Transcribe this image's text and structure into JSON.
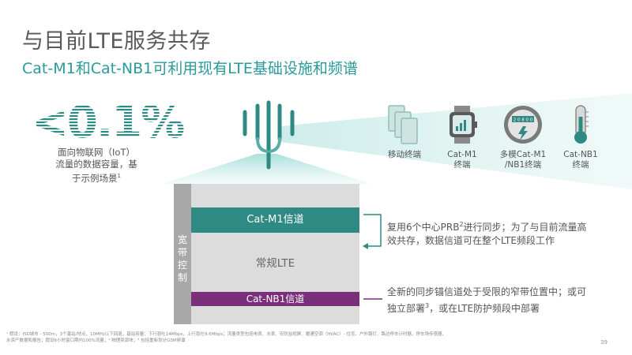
{
  "header": {
    "title": "与目前LTE服务共存",
    "subtitle": "Cat-M1和Cat-NB1可利用现有LTE基础设施和频谱"
  },
  "stat": {
    "value": "<0.1%",
    "desc_line1": "面向物联网（IoT）",
    "desc_line2": "流量的数据容量，基",
    "desc_line3": "于示例场景",
    "desc_sup": "1"
  },
  "devices": [
    {
      "icon": "phones-icon",
      "label_line1": "移动终端",
      "label_line2": ""
    },
    {
      "icon": "watch-icon",
      "label_line1": "Cat-M1",
      "label_line2": "终端"
    },
    {
      "icon": "meter-icon",
      "label_line1": "多模Cat-M1",
      "label_line2": "/NB1终端",
      "meter_reading": "2 0 8 0 0"
    },
    {
      "icon": "thermometer-icon",
      "label_line1": "Cat-NB1",
      "label_line2": "终端"
    }
  ],
  "spectrum": {
    "wideband_label": "宽带控制",
    "m1_channel": "Cat-M1信道",
    "regular_lte": "常规LTE",
    "nb1_channel": "Cat-NB1信道"
  },
  "descriptions": {
    "m1_line1_a": "复用6个中心PRB",
    "m1_line1_sup": "2",
    "m1_line1_b": "进行同步；为了与目前流量高",
    "m1_line2": "效共存，数据信道可在整个LTE频段工作",
    "nb1_line1": "全新的同步锚信道处于受限的窄带位置中；或可",
    "nb1_line2_a": "独立部署",
    "nb1_line2_sup": "3",
    "nb1_line2_b": "，或在LTE防护频段中部署"
  },
  "footnote": {
    "line1": "¹ 假设：ISD城市 - 500m，3个基站/地点，10MHz以下回退，基站容量：下行吞吐14Mbps，上行吞吐9.6Mbps；流量类型包括电表、水表、安防监视屏、暖通空调（HVAC）- 住宅、户外路灯、路边停车计时器、停车场传感器、",
    "line2": "水资产数据和报告；假设6小时窗口期内100%流量；² 物理资源块；³ 包括重新划分GSM频谱"
  },
  "page_number": "39",
  "colors": {
    "teal": "#2e8a82",
    "purple": "#7a2f7a",
    "subtitle_teal": "#2a9a9a",
    "gray_panel": "#dcdcdc"
  }
}
